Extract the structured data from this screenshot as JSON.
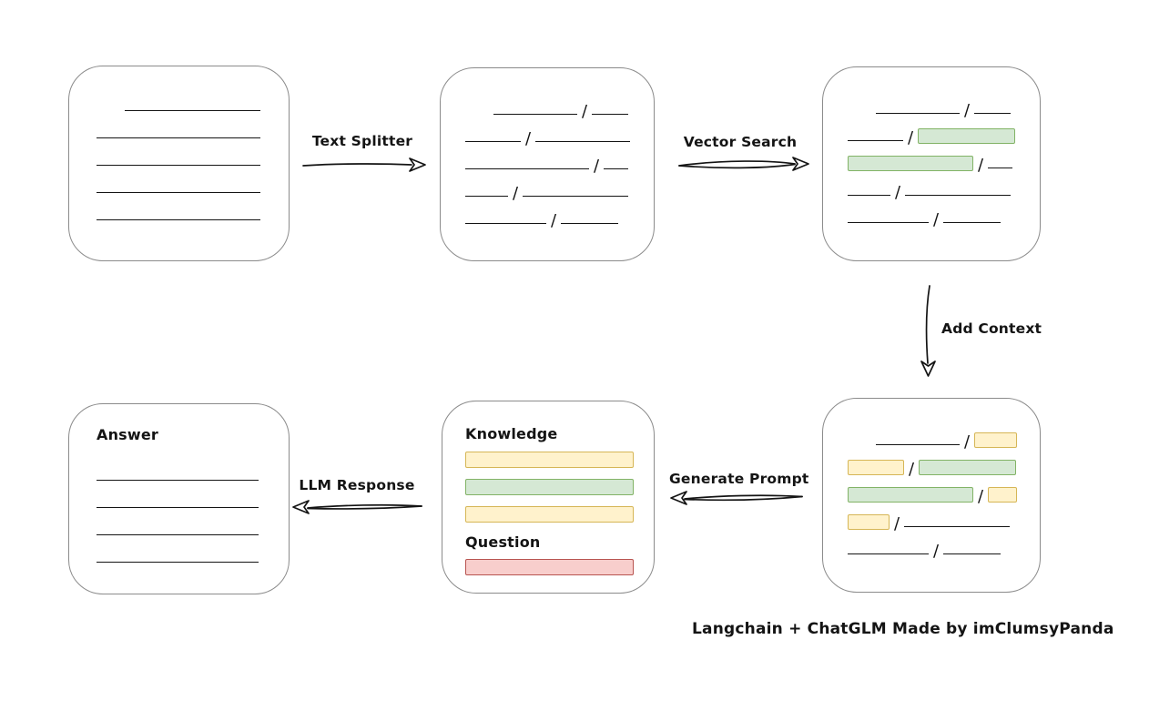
{
  "colors": {
    "green_fill": "#d5e8d4",
    "green_border": "#82b366",
    "yellow_fill": "#fff2cc",
    "yellow_border": "#d6b656",
    "red_fill": "#f8cecc",
    "red_border": "#b85450",
    "ink": "#141414",
    "box_border": "#8b8b8b"
  },
  "arrows": {
    "text_splitter": {
      "label": "Text Splitter"
    },
    "vector_search": {
      "label": "Vector Search"
    },
    "add_context": {
      "label": "Add Context"
    },
    "generate_prompt": {
      "label": "Generate Prompt"
    },
    "llm_response": {
      "label": "LLM Response"
    }
  },
  "nodes": {
    "source_document": {
      "lines": [
        {
          "indent": 31,
          "w": 149
        },
        {
          "indent": 0,
          "w": 180
        },
        {
          "indent": 0,
          "w": 180
        },
        {
          "indent": 0,
          "w": 180
        },
        {
          "indent": 0,
          "w": 180
        }
      ]
    },
    "split_chunks": {
      "rows": [
        {
          "indent": 31,
          "segments": [
            {
              "t": "line",
              "w": 92
            },
            {
              "t": "slash"
            },
            {
              "t": "line",
              "w": 40
            }
          ]
        },
        {
          "indent": 0,
          "segments": [
            {
              "t": "line",
              "w": 61
            },
            {
              "t": "slash"
            },
            {
              "t": "line",
              "w": 104
            }
          ]
        },
        {
          "indent": 0,
          "segments": [
            {
              "t": "line",
              "w": 136
            },
            {
              "t": "slash"
            },
            {
              "t": "line",
              "w": 27
            }
          ]
        },
        {
          "indent": 0,
          "segments": [
            {
              "t": "line",
              "w": 47
            },
            {
              "t": "slash"
            },
            {
              "t": "line",
              "w": 116
            }
          ]
        },
        {
          "indent": 0,
          "segments": [
            {
              "t": "line",
              "w": 89
            },
            {
              "t": "slash"
            },
            {
              "t": "line",
              "w": 63
            }
          ]
        }
      ]
    },
    "vector_matches": {
      "rows": [
        {
          "indent": 31,
          "segments": [
            {
              "t": "line",
              "w": 92
            },
            {
              "t": "slash"
            },
            {
              "t": "line",
              "w": 40
            }
          ]
        },
        {
          "indent": 0,
          "segments": [
            {
              "t": "line",
              "w": 61
            },
            {
              "t": "slash"
            },
            {
              "t": "chip",
              "c": "green",
              "w": 107
            }
          ]
        },
        {
          "indent": 0,
          "segments": [
            {
              "t": "chip",
              "c": "green",
              "w": 138
            },
            {
              "t": "slash"
            },
            {
              "t": "line",
              "w": 27
            }
          ]
        },
        {
          "indent": 0,
          "segments": [
            {
              "t": "line",
              "w": 47
            },
            {
              "t": "slash"
            },
            {
              "t": "line",
              "w": 116
            }
          ]
        },
        {
          "indent": 0,
          "segments": [
            {
              "t": "line",
              "w": 89
            },
            {
              "t": "slash"
            },
            {
              "t": "line",
              "w": 63
            }
          ]
        }
      ]
    },
    "context_chunks": {
      "rows": [
        {
          "indent": 31,
          "segments": [
            {
              "t": "line",
              "w": 92
            },
            {
              "t": "slash"
            },
            {
              "t": "chip",
              "c": "yellow",
              "w": 47
            }
          ]
        },
        {
          "indent": 0,
          "segments": [
            {
              "t": "chip",
              "c": "yellow",
              "w": 62
            },
            {
              "t": "slash"
            },
            {
              "t": "chip",
              "c": "green",
              "w": 107
            }
          ]
        },
        {
          "indent": 0,
          "segments": [
            {
              "t": "chip",
              "c": "green",
              "w": 138
            },
            {
              "t": "slash"
            },
            {
              "t": "chip",
              "c": "yellow",
              "w": 32
            }
          ]
        },
        {
          "indent": 0,
          "segments": [
            {
              "t": "chip",
              "c": "yellow",
              "w": 46
            },
            {
              "t": "slash"
            },
            {
              "t": "line",
              "w": 116
            }
          ]
        },
        {
          "indent": 0,
          "segments": [
            {
              "t": "line",
              "w": 89
            },
            {
              "t": "slash"
            },
            {
              "t": "line",
              "w": 63
            }
          ]
        }
      ]
    },
    "prompt": {
      "knowledge_label": "Knowledge",
      "knowledge_bars": [
        "yellow",
        "green",
        "yellow"
      ],
      "question_label": "Question",
      "question_bars": [
        "red"
      ]
    },
    "answer": {
      "title": "Answer",
      "lines": [
        {
          "indent": 0,
          "w": 178
        },
        {
          "indent": 0,
          "w": 178
        },
        {
          "indent": 0,
          "w": 178
        },
        {
          "indent": 0,
          "w": 178
        }
      ]
    }
  },
  "footer": {
    "caption": "Langchain + ChatGLM Made by imClumsyPanda"
  }
}
